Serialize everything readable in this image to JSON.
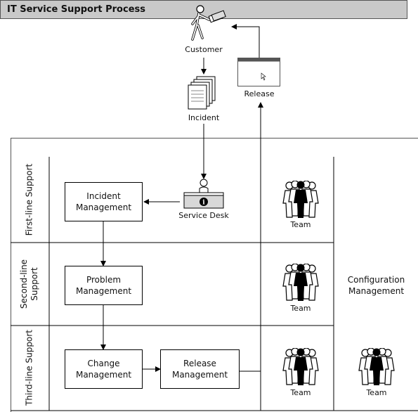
{
  "header": {
    "title": "IT Service Support Process"
  },
  "top": {
    "customer": "Customer",
    "incident": "Incident",
    "release": "Release"
  },
  "bands": {
    "first": "First-line Support",
    "second": "Second-line\nSupport",
    "third": "Third-line Support"
  },
  "boxes": {
    "incident_mgmt": "Incident\nManagement",
    "problem_mgmt": "Problem\nManagement",
    "change_mgmt": "Change\nManagement",
    "release_mgmt": "Release\nManagement"
  },
  "service_desk": "Service Desk",
  "team_label": "Team",
  "config_mgmt": "Configuration\nManagement",
  "icons": [
    "customer-icon",
    "documents-icon",
    "window-icon",
    "service-desk-icon",
    "team-icon"
  ]
}
